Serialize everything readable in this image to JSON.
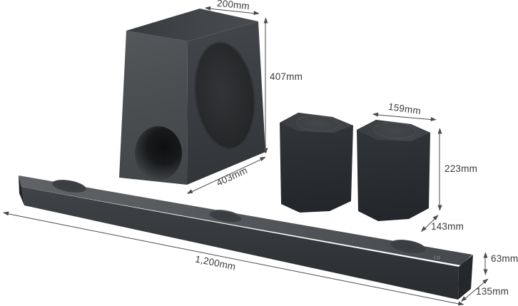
{
  "diagram": {
    "type": "product-dimensions",
    "subject": "LG soundbar home-theater set (soundbar, subwoofer, two rear speakers)",
    "background": "#ffffff",
    "unit": "mm"
  },
  "brand": {
    "logo": "LG"
  },
  "dimensions": {
    "subwoofer_top_width": "200mm",
    "subwoofer_height": "407mm",
    "subwoofer_depth": "403mm",
    "rear_speaker_width": "159mm",
    "rear_speaker_height": "223mm",
    "rear_speaker_depth": "143mm",
    "soundbar_length": "1,200mm",
    "soundbar_height": "63mm",
    "soundbar_depth": "135mm"
  },
  "colors": {
    "annotation_line": "#4a4b4d",
    "annotation_text": "#3a3b3d",
    "device_dark": "#2b2e33",
    "device_mid": "#3f4246",
    "device_light": "#585b5e"
  }
}
